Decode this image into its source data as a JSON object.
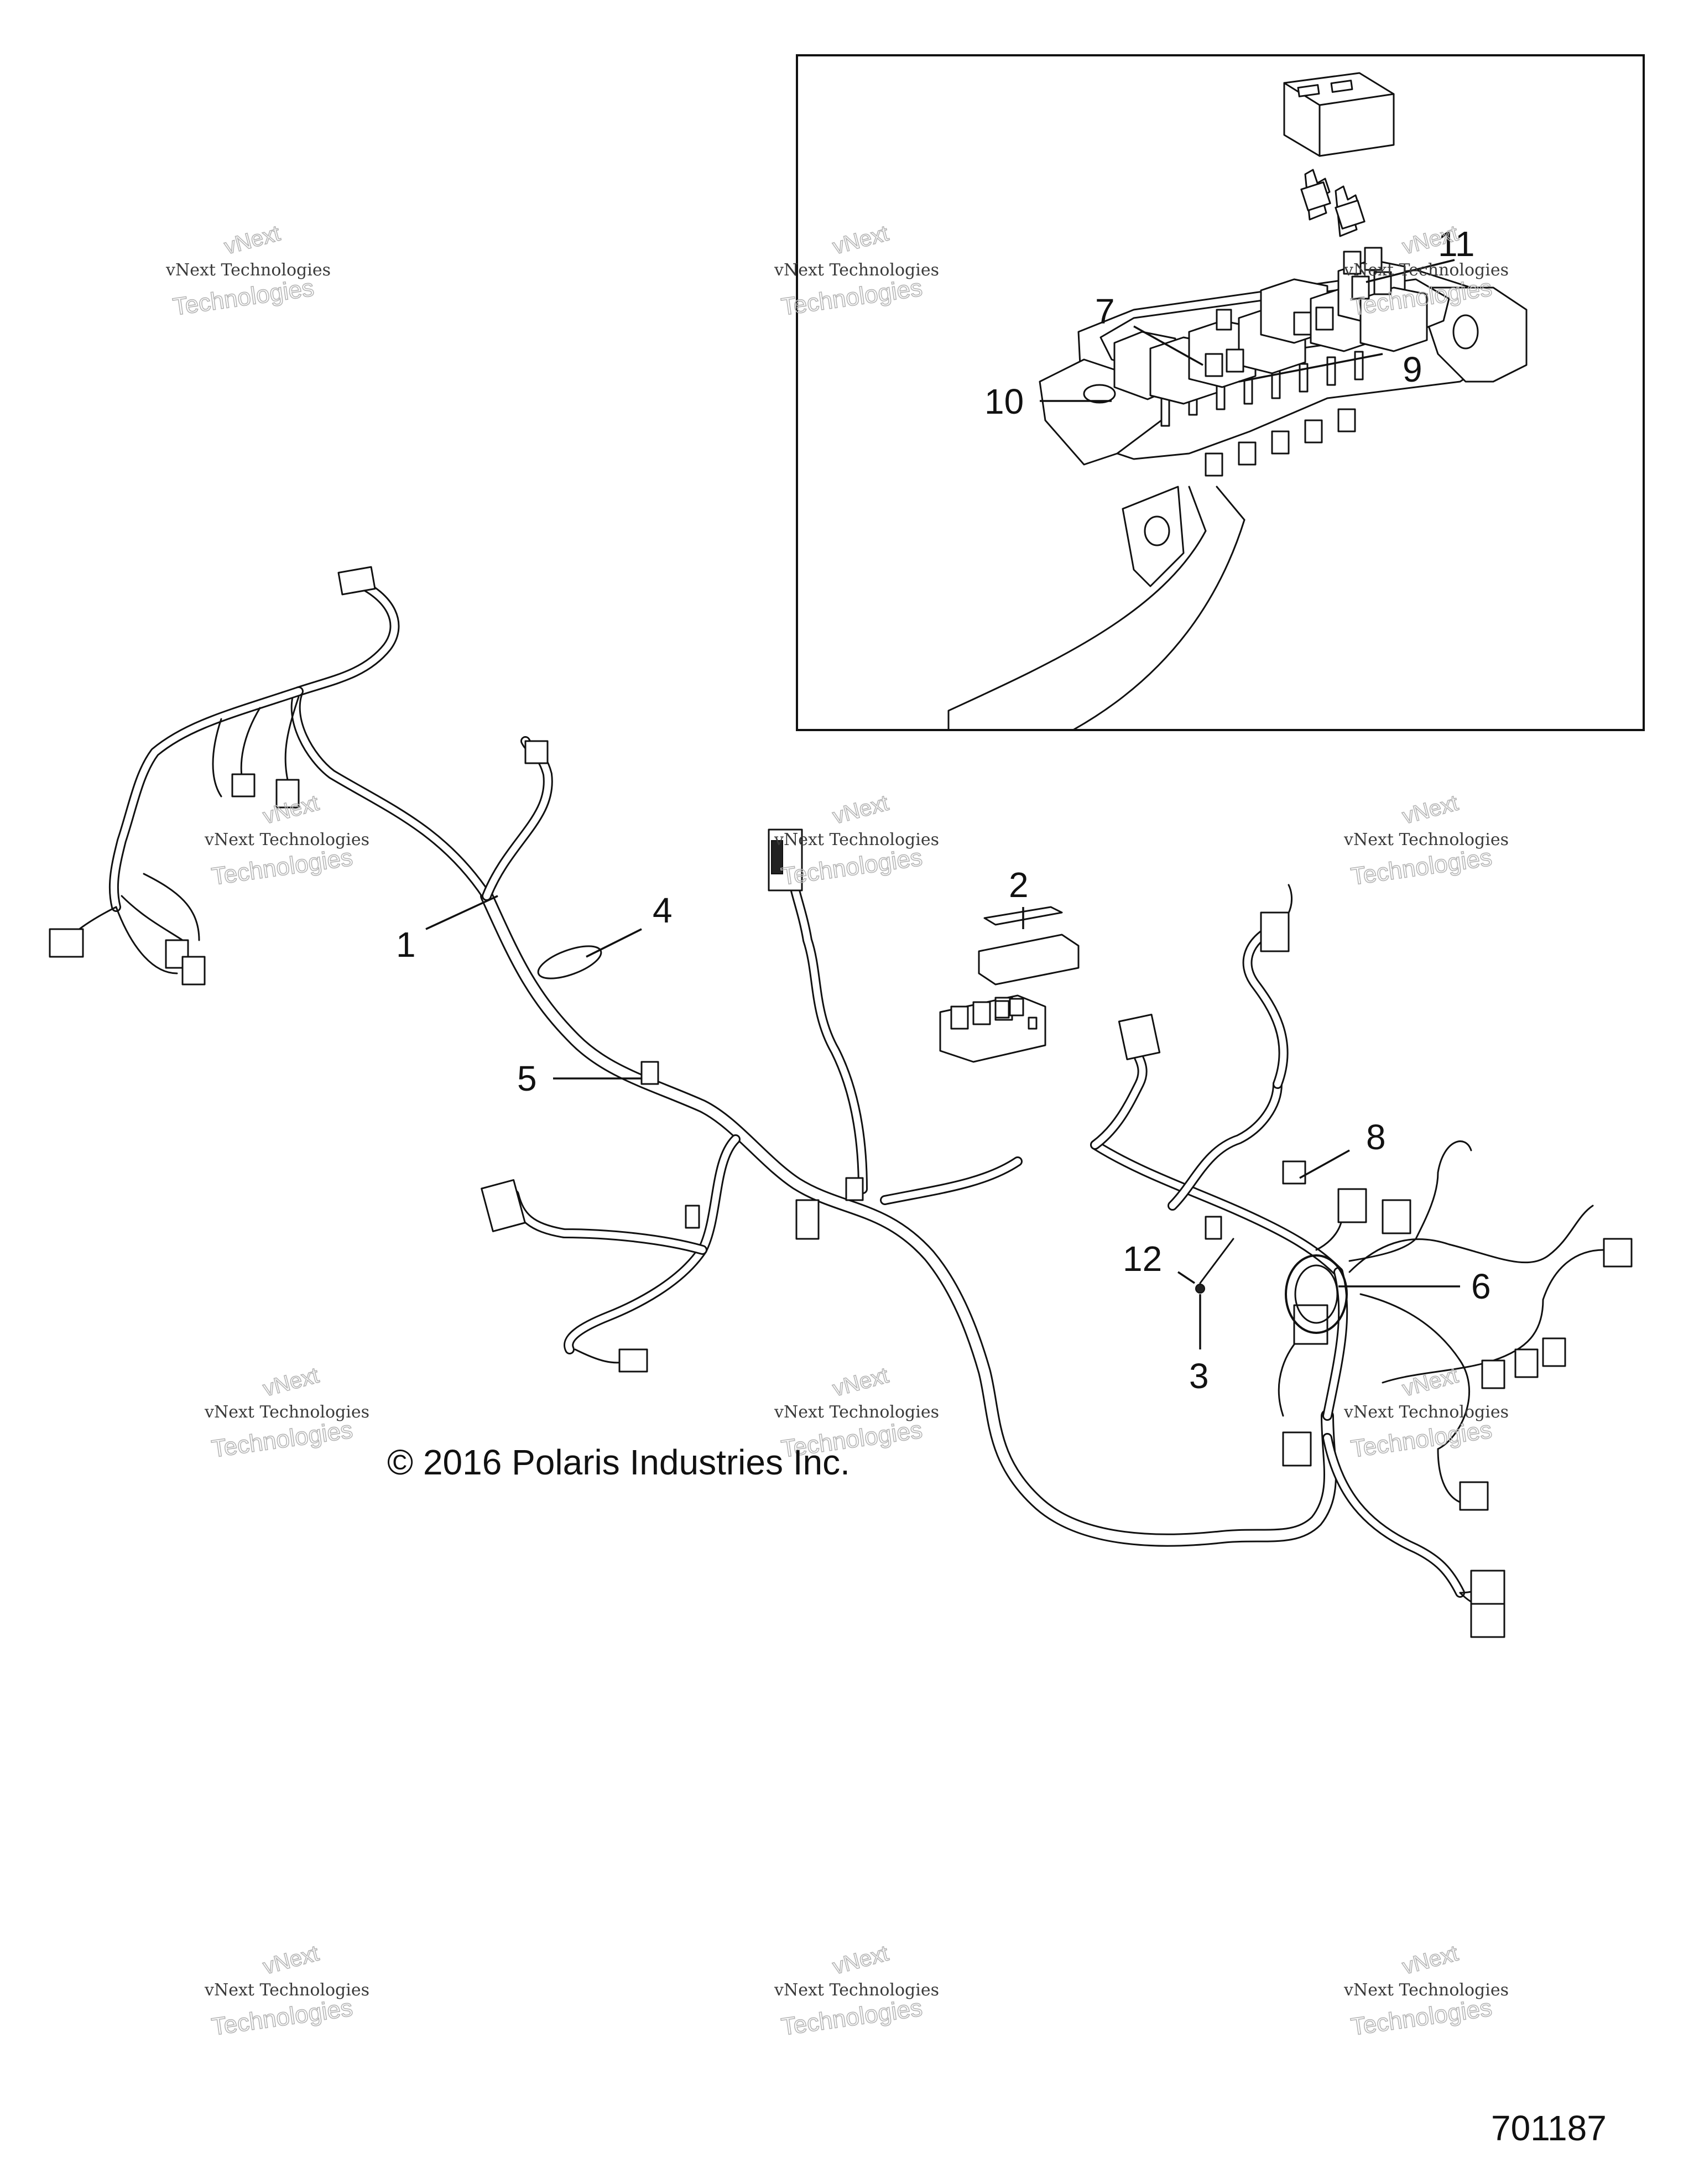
{
  "diagram": {
    "callouts": [
      {
        "id": "c1",
        "label": "1"
      },
      {
        "id": "c2",
        "label": "2"
      },
      {
        "id": "c3",
        "label": "3"
      },
      {
        "id": "c4",
        "label": "4"
      },
      {
        "id": "c5",
        "label": "5"
      },
      {
        "id": "c6",
        "label": "6"
      },
      {
        "id": "c7",
        "label": "7"
      },
      {
        "id": "c8",
        "label": "8"
      },
      {
        "id": "c9",
        "label": "9"
      },
      {
        "id": "c10",
        "label": "10"
      },
      {
        "id": "c11",
        "label": "11"
      },
      {
        "id": "c12",
        "label": "12"
      }
    ],
    "copyright": "© 2016 Polaris Industries Inc.",
    "part_number": "701187"
  },
  "watermark": {
    "line_top": "vNext",
    "line_mid": "vNext Technologies",
    "line_bottom": "Technologies"
  }
}
